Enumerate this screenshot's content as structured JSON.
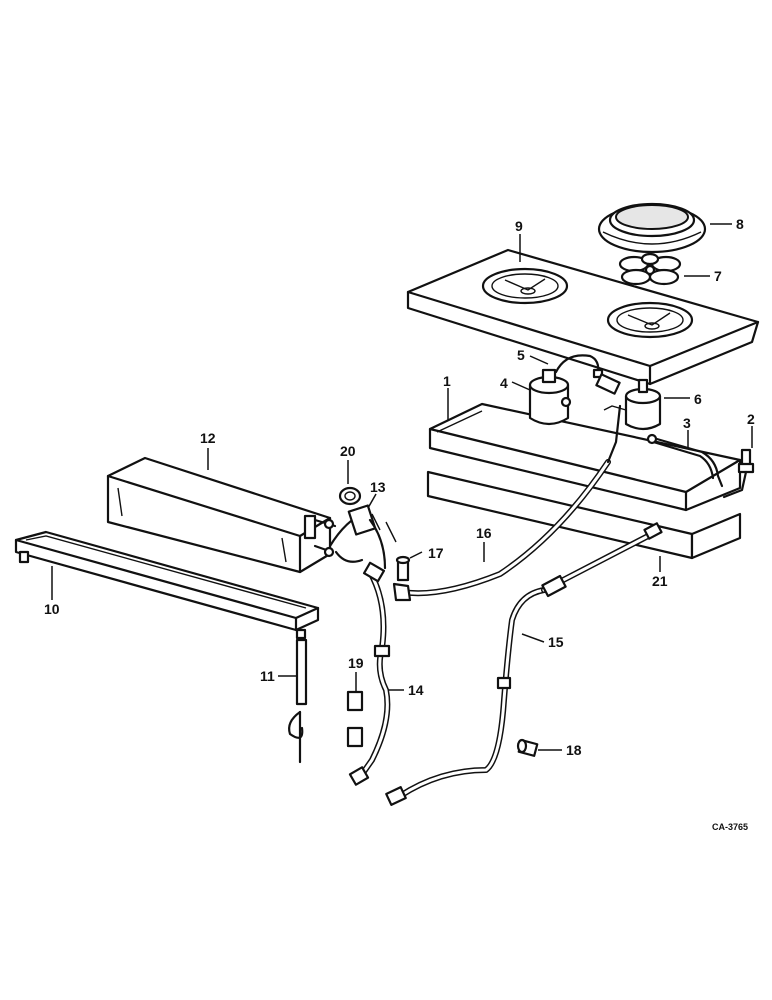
{
  "diagram": {
    "reference_code": "CA-3765",
    "callouts": [
      "1",
      "2",
      "3",
      "4",
      "5",
      "6",
      "7",
      "8",
      "9",
      "10",
      "11",
      "12",
      "13",
      "14",
      "15",
      "16",
      "17",
      "18",
      "19",
      "20",
      "21"
    ]
  }
}
